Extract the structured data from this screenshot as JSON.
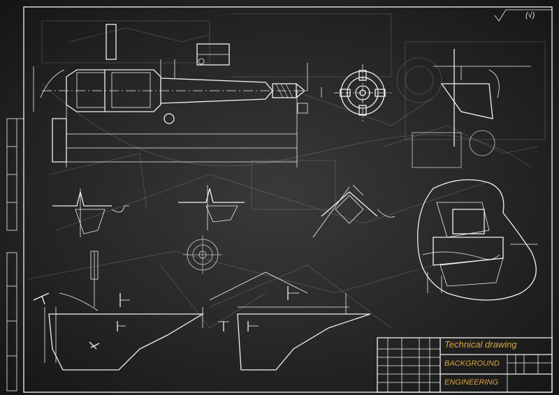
{
  "title_block": {
    "line1": "Technical drawing",
    "line2": "BACKGROUND",
    "line3": "ENGINEERING"
  },
  "roughness_mark": "(√)",
  "colors": {
    "background": "#2b2b2b",
    "lines": "#f2f2f2",
    "title_text": "#d9a441"
  }
}
